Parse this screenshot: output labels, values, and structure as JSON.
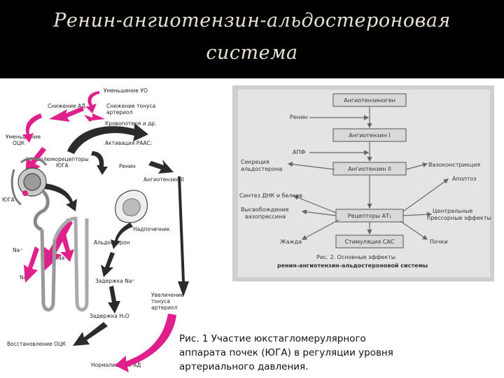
{
  "slide": {
    "title_line1": "Ренин-ангиотензин-альдостероновая",
    "title_line2": "система",
    "caption_lines": [
      "Рис. 1  Участие юкстагломерулярного",
      "аппарата почек (ЮГА) в регуляции уровня",
      "артериального давления."
    ]
  },
  "left_diagram": {
    "labels": {
      "decrease_uo": "Уменьшение УО",
      "decrease_ad": "Снижение АД",
      "decrease_tone": "Снижение тонуса",
      "arterioles": "артериол",
      "blood_loss": "Кровопотеря и др.",
      "decrease_otsk1": "Уменьшение",
      "decrease_otsk2": "ОЦК",
      "activation_raas": "Активация РААС:",
      "baroreceptors1": "Волюморецепторы",
      "baroreceptors2": "ЮГА",
      "renin": "Ренин",
      "angiotensin2": "Ангиотензин II",
      "yuga": "ЮГА",
      "adrenal": "Надпочечник",
      "aldosterone": "Альдостерон",
      "na1": "Na⁺",
      "na2": "Na⁺",
      "na3": "Na⁺",
      "na_retention": "Задержка Na⁺",
      "increase_tone1": "Увеличение",
      "increase_tone2": "тонуса",
      "increase_tone3": "артериол",
      "h2o_retention": "Задержка H₂O",
      "restore_otsk": "Восстановление ОЦК",
      "normal_ad": "Нормализация АД"
    }
  },
  "right_diagram": {
    "labels": {
      "angiotensinogen": "Ангиотензиноген",
      "renin": "Ренин",
      "angiotensin1": "Ангиотензин I",
      "apf": "АПФ",
      "angiotensin2": "Ангиотензин II",
      "aldo1": "Секреция",
      "aldo2": "альдостерона",
      "vasoconstriction": "Вазоконстрикция",
      "apoptosis": "Апоптоз",
      "dna_synthesis": "Синтез ДНК и белков",
      "vaso1": "Высвобождение",
      "vaso2": "вазопрессина",
      "receptors": "Рецепторы АТ₁",
      "central1": "Центральные",
      "central2": "прессорные эффекты",
      "thirst": "Жажда",
      "sas": "Стимуляция САС",
      "kidneys": "Почки",
      "fig_caption1": "Рис. 2. Основные эффекты",
      "fig_caption2": "ренин-ангиотензин-альдостероновой системы"
    }
  },
  "colors": {
    "magenta": "#e0208a",
    "dark": "#2b2b2b",
    "box_fill": "#d9d9d9",
    "scan_bg": "#cfcfcf"
  }
}
